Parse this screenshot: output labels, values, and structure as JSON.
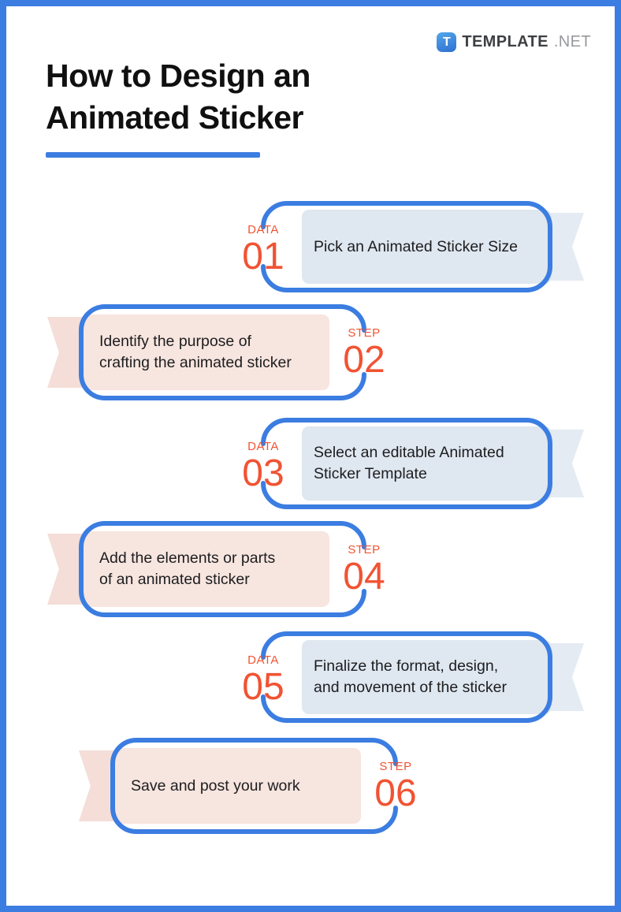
{
  "colors": {
    "accent_blue": "#3b7de1",
    "accent_orange": "#f15333",
    "light_blue_fill": "#dfe7f0",
    "peach_fill": "#f7e5df"
  },
  "logo": {
    "icon_letter": "T",
    "brand": "TEMPLATE",
    "suffix": ".NET"
  },
  "header": {
    "title_line1": "How to Design an",
    "title_line2": "Animated Sticker"
  },
  "steps": [
    {
      "label": "DATA",
      "number": "01",
      "text": "Pick an Animated Sticker Size"
    },
    {
      "label": "STEP",
      "number": "02",
      "text": "Identify the purpose of\ncrafting the animated sticker"
    },
    {
      "label": "DATA",
      "number": "03",
      "text": "Select an editable Animated\nSticker Template"
    },
    {
      "label": "STEP",
      "number": "04",
      "text": "Add the elements or parts\nof an animated sticker"
    },
    {
      "label": "DATA",
      "number": "05",
      "text": "Finalize the format, design,\nand movement of the sticker"
    },
    {
      "label": "STEP",
      "number": "06",
      "text": "Save and post your work"
    }
  ]
}
